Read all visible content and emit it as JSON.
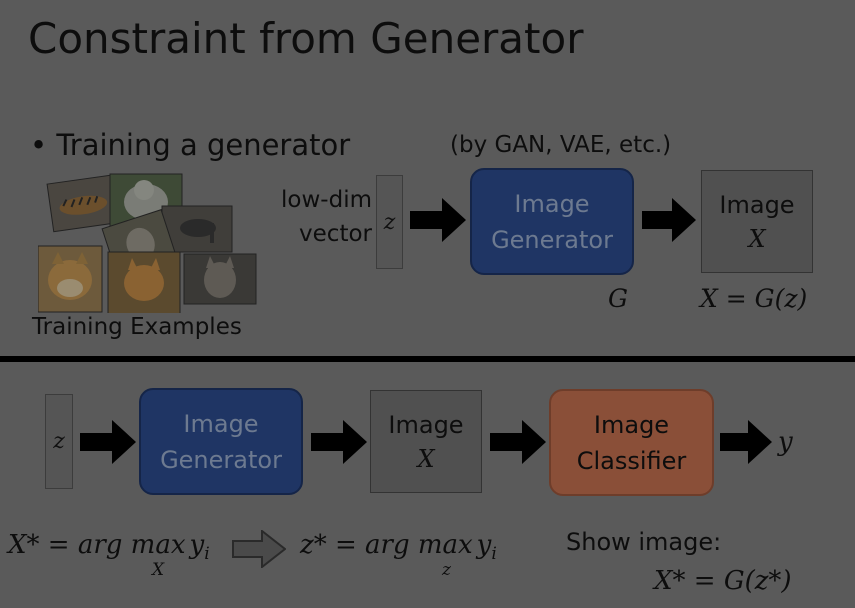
{
  "title": "Constraint from Generator",
  "bullet": {
    "marker": "•",
    "text": "Training a generator"
  },
  "method_note": "(by GAN, VAE, etc.)",
  "training_examples_label": "Training Examples",
  "lowdim_label": [
    "low-dim",
    "vector"
  ],
  "top_row": {
    "z_label": "z",
    "generator": {
      "line1": "Image",
      "line2": "Generator",
      "symbol": "G"
    },
    "image_box": {
      "line1": "Image",
      "line2": "X"
    },
    "equation": "X = G(z)"
  },
  "bottom_row": {
    "z_label": "z",
    "generator": {
      "line1": "Image",
      "line2": "Generator"
    },
    "image_box": {
      "line1": "Image",
      "line2": "X"
    },
    "classifier": {
      "line1": "Image",
      "line2": "Classifier"
    },
    "output": "y"
  },
  "formulas": {
    "left": {
      "lhs": "X* = arg max",
      "sub": "X",
      "rhs": "y",
      "rhs_sub": "i"
    },
    "right": {
      "lhs": "z* = arg max",
      "sub": "z",
      "rhs": "y",
      "rhs_sub": "i"
    }
  },
  "show_image": {
    "label": "Show image:",
    "equation": "X* = G(z*)"
  },
  "colors": {
    "background": "#5a5a5a",
    "generator_fill": "#1f3564",
    "classifier_fill": "#8a4f38",
    "image_box_fill": "#505050",
    "arrow": "#000000"
  },
  "icons": [
    "tiger-photo",
    "samoyed-photo",
    "alpaca-photo",
    "shiba-photo",
    "cat-photo",
    "wolf-photo",
    "goat-photo"
  ]
}
